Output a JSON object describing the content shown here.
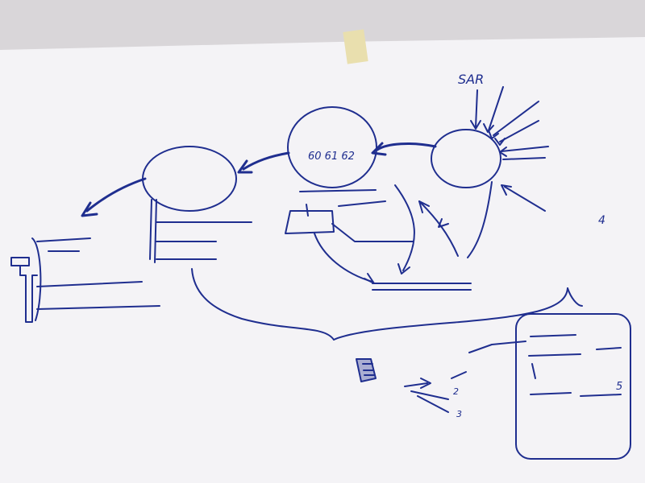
{
  "colors": {
    "wall": "#d9d6d9",
    "paper": "#f4f3f6",
    "ink": "#1f2e8f",
    "tape": "#e9dfae"
  },
  "labels": {
    "sar": "SAR",
    "plan_num": "60 61 62",
    "kpi_count": "4",
    "num_5": "5",
    "num_2": "2",
    "num_3": "3"
  }
}
